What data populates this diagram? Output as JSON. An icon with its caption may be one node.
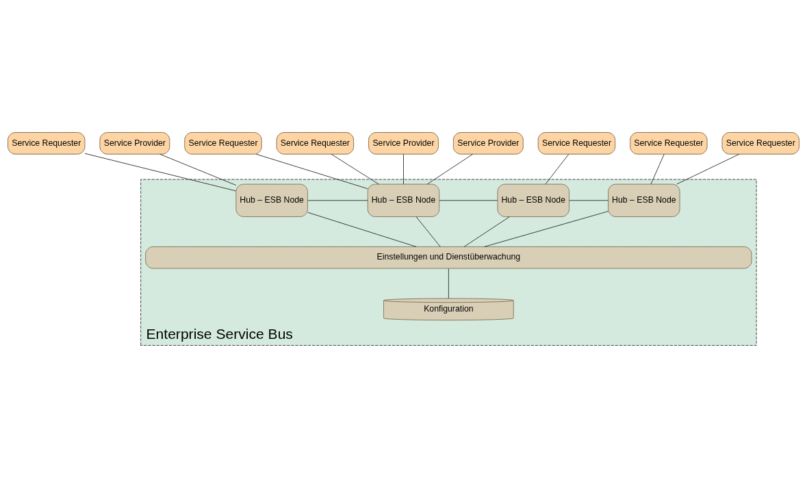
{
  "diagram": {
    "nodes": [
      {
        "text": [
          "Enterprise Service Bus"
        ]
      },
      {
        "text": [
          "Service Requester"
        ]
      },
      {
        "text": [
          "Service Provider"
        ]
      },
      {
        "text": [
          "Service Requester"
        ]
      },
      {
        "text": [
          "Service Requester"
        ]
      },
      {
        "text": [
          "Service Provider"
        ]
      },
      {
        "text": [
          "Service Provider"
        ]
      },
      {
        "text": [
          "Service Requester"
        ]
      },
      {
        "text": [
          "Service Requester"
        ]
      },
      {
        "text": [
          "Service Requester"
        ]
      },
      {
        "text": [
          "Hub – ESB Node"
        ],
        "in": 0
      },
      {
        "text": [
          "Hub – ESB Node"
        ],
        "in": 0
      },
      {
        "text": [
          "Hub – ESB Node"
        ],
        "in": 0
      },
      {
        "text": [
          "Hub – ESB Node"
        ],
        "in": 0
      },
      {
        "text": [
          "Einstellungen und Dienstüberwachung"
        ],
        "in": 0
      },
      {
        "text": [
          "Konfiguration"
        ],
        "in": 0
      }
    ],
    "edges": [
      {
        "from": 1,
        "to": 10,
        "arrow": "none"
      },
      {
        "from": 2,
        "to": 10,
        "arrow": "none"
      },
      {
        "from": 3,
        "to": 11,
        "arrow": "none"
      },
      {
        "from": 4,
        "to": 11,
        "arrow": "none"
      },
      {
        "from": 5,
        "to": 11,
        "arrow": "none"
      },
      {
        "from": 6,
        "to": 11,
        "arrow": "none"
      },
      {
        "from": 7,
        "to": 12,
        "arrow": "none"
      },
      {
        "from": 8,
        "to": 13,
        "arrow": "none"
      },
      {
        "from": 9,
        "to": 13,
        "arrow": "none"
      },
      {
        "from": 10,
        "to": 11,
        "arrow": "none"
      },
      {
        "from": 11,
        "to": 12,
        "arrow": "none"
      },
      {
        "from": 12,
        "to": 13,
        "arrow": "none"
      },
      {
        "from": 10,
        "to": 14,
        "arrow": "none"
      },
      {
        "from": 11,
        "to": 14,
        "arrow": "none"
      },
      {
        "from": 12,
        "to": 14,
        "arrow": "none"
      },
      {
        "from": 13,
        "to": 14,
        "arrow": "none"
      },
      {
        "from": 14,
        "to": 15,
        "arrow": "none"
      }
    ]
  }
}
